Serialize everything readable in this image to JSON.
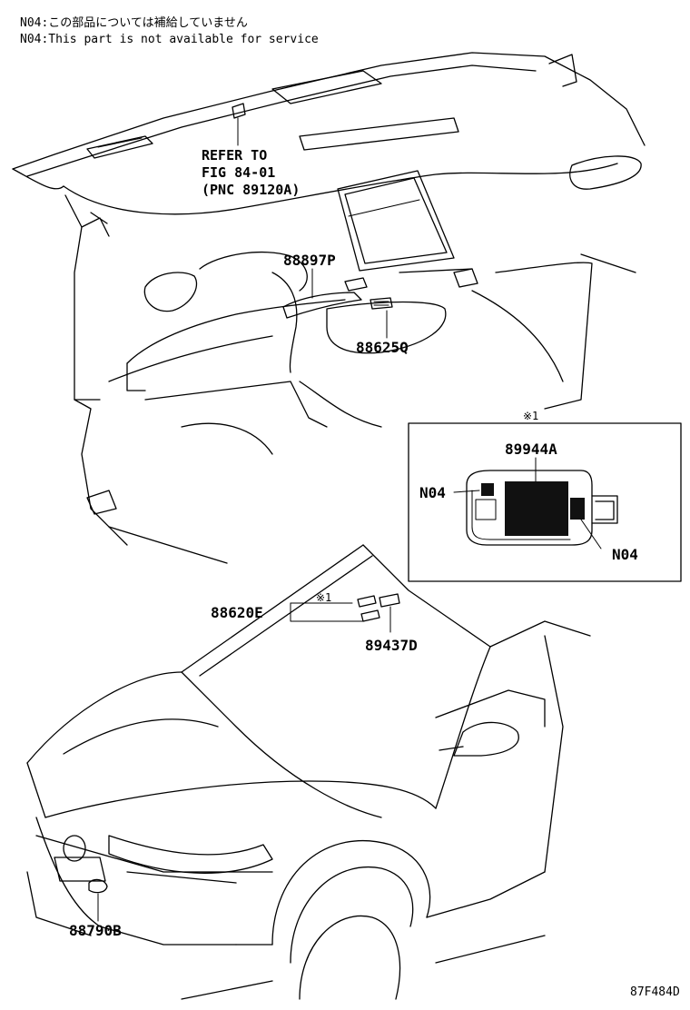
{
  "notes": {
    "jp": "N04:この部品については補給していません",
    "en": "N04:This part is not available for service"
  },
  "labels": {
    "refer_line1": "REFER TO",
    "refer_line2": "FIG 84-01",
    "refer_line3": "(PNC 89120A)",
    "part_88897P": "88897P",
    "part_88625Q": "88625Q",
    "detail_mark": "※1",
    "part_89944A": "89944A",
    "n04_left": "N04",
    "n04_right": "N04",
    "part_88620E": "88620E",
    "inline_mark": "※1",
    "part_89437D": "89437D",
    "part_88790B": "88790B",
    "figure_code": "87F484D"
  }
}
